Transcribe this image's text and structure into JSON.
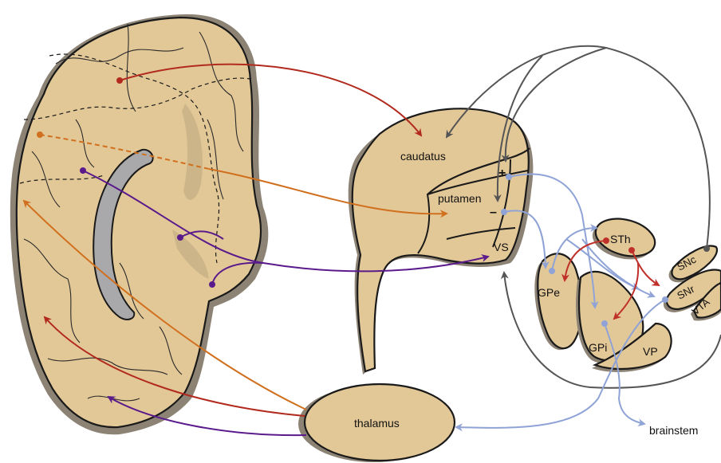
{
  "labels": {
    "caudatus": "caudatus",
    "putamen": "putamen",
    "vs": "VS",
    "plus": "+",
    "minus": "–",
    "sth": "STh",
    "gpe": "GPe",
    "gpi": "GPi",
    "vp": "VP",
    "snc": "SNc",
    "snr": "SNr",
    "vta": "VTA",
    "thalamus": "thalamus",
    "brainstem": "brainstem"
  },
  "colors": {
    "tissue": "#e3c897",
    "shadow": "#8c8375",
    "ventricle": "#a9a9ab",
    "motor_red": "#b22a1e",
    "associative_orange": "#d0701e",
    "limbic_purple": "#5a1a8c",
    "gaba_blue": "#8fa3d6",
    "dopamine_gray": "#555555",
    "stn_red": "#c0302a"
  }
}
